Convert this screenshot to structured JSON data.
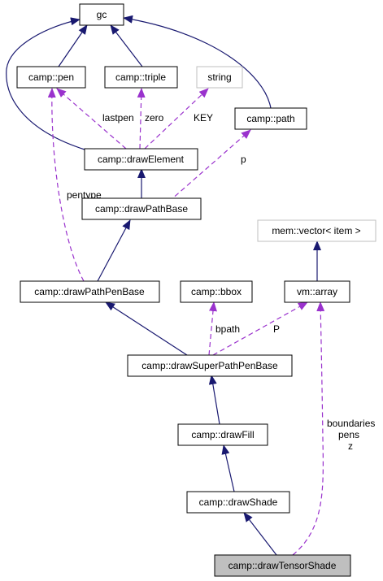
{
  "diagram": {
    "colors": {
      "inheritance_edge": "#191970",
      "usage_edge": "#9a32cd",
      "focus_node_fill": "#bfbfbf",
      "external_node_border": "#bfbfbf"
    },
    "nodes": {
      "gc": "gc",
      "pen": "camp::pen",
      "triple": "camp::triple",
      "string": "string",
      "path": "camp::path",
      "drawElement": "camp::drawElement",
      "drawPathBase": "camp::drawPathBase",
      "memvector": "mem::vector< item >",
      "drawPathPenBase": "camp::drawPathPenBase",
      "bbox": "camp::bbox",
      "vmarray": "vm::array",
      "drawSuperPathPenBase": "camp::drawSuperPathPenBase",
      "drawFill": "camp::drawFill",
      "drawShade": "camp::drawShade",
      "drawTensorShade": "camp::drawTensorShade"
    },
    "edge_labels": {
      "lastpen": "lastpen",
      "zero": "zero",
      "key": "KEY",
      "p": "p",
      "pentype": "pentype",
      "bpath": "bpath",
      "P": "P",
      "boundaries": "boundaries",
      "pens": "pens",
      "z": "z"
    }
  }
}
